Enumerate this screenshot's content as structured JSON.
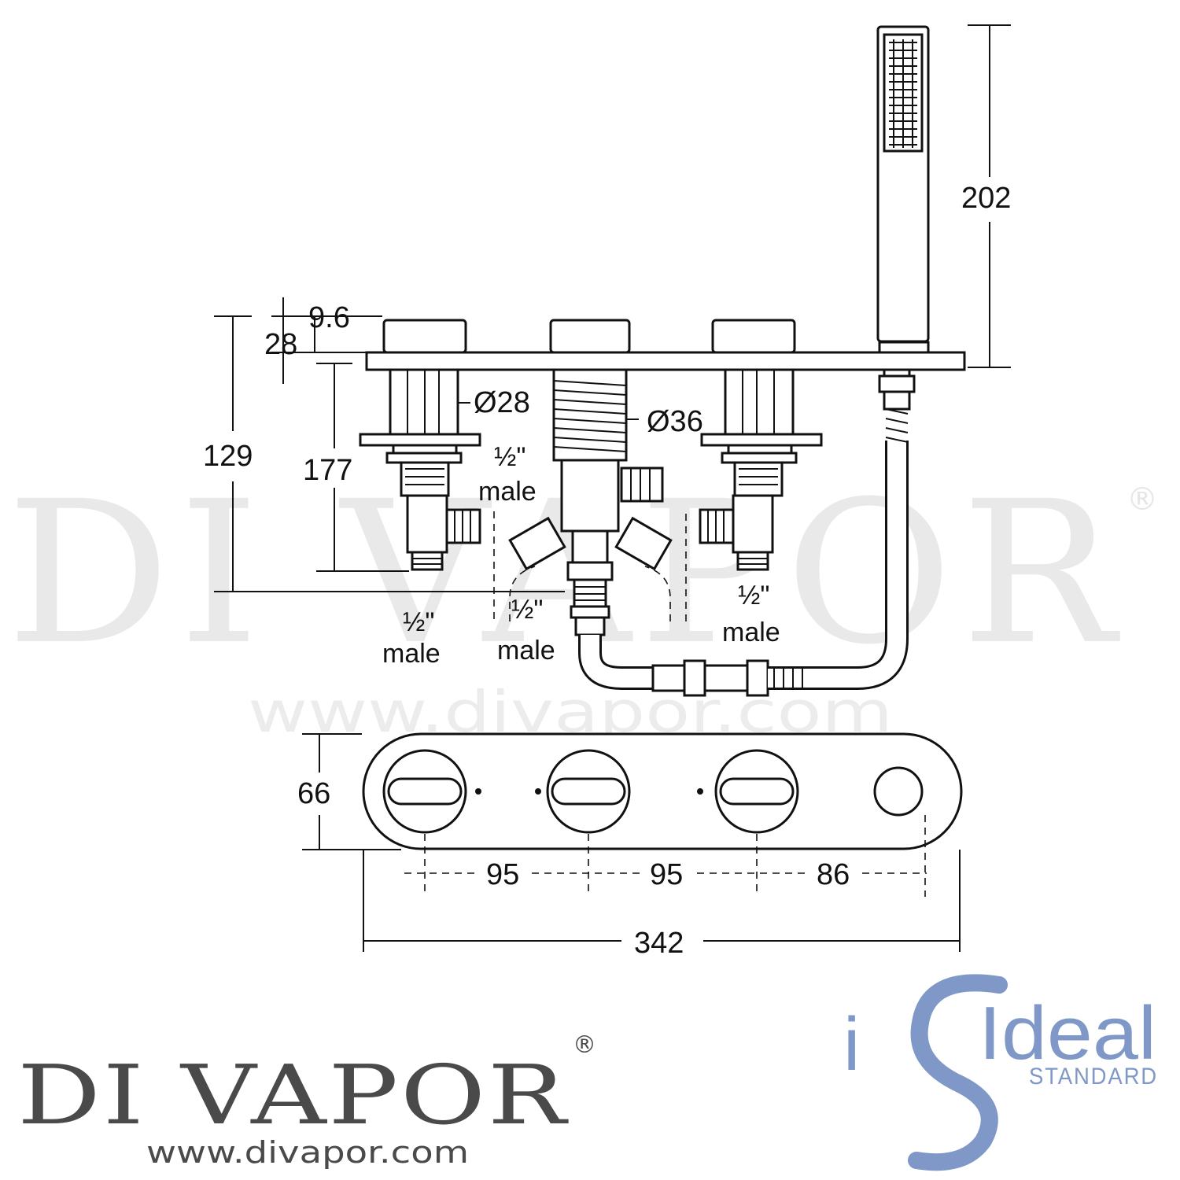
{
  "watermark": {
    "brand": "DI VAPOR",
    "registered": "®",
    "url": "www.divapor.com"
  },
  "dimensions": {
    "handset_height": "202",
    "handle_top": "9.6",
    "handle_height": "28",
    "overall_body": "129",
    "valve_body": "177",
    "valve_diameter": "Ø28",
    "spout_diameter": "Ø36",
    "plate_depth": "66",
    "spacing_1": "95",
    "spacing_2": "95",
    "spacing_3": "86",
    "overall_width": "342"
  },
  "labels": {
    "half_inch": "½\"",
    "male": "male"
  },
  "logos": {
    "divapor_brand": "DI VAPOR",
    "divapor_registered": "®",
    "divapor_url": "www.divapor.com",
    "ideal_i": "i",
    "ideal_word": "Ideal",
    "ideal_standard": "STANDARD"
  }
}
